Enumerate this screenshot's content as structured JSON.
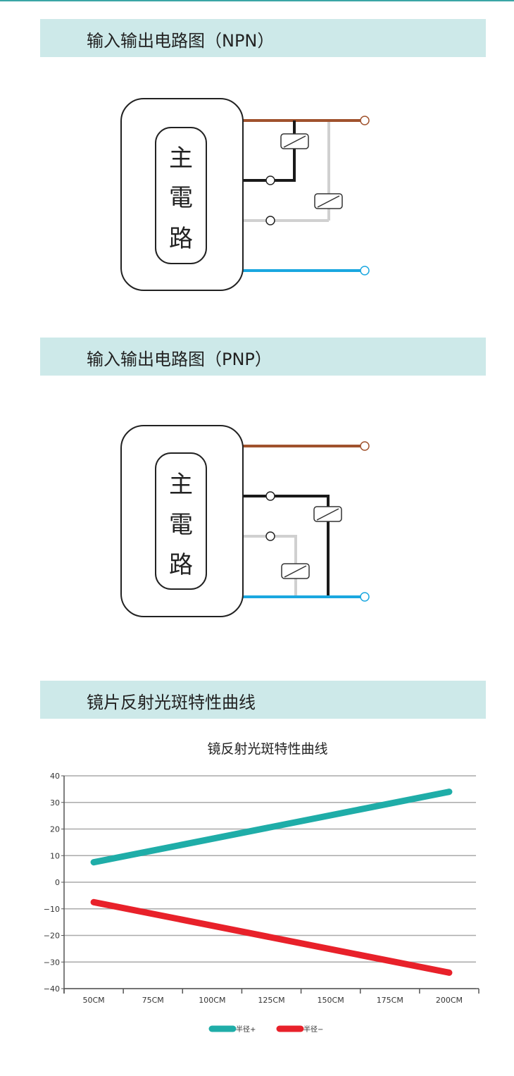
{
  "sections": [
    {
      "title": "输入输出电路图（NPN）"
    },
    {
      "title": "输入输出电路图（PNP）"
    },
    {
      "title": "镜片反射光斑特性曲线"
    }
  ],
  "diagram": {
    "chars": [
      "主",
      "電",
      "路"
    ]
  },
  "colors": {
    "brown": "#a0522d",
    "black": "#1a1a1a",
    "gray": "#d0d0d0",
    "blue": "#1aa7e0",
    "teal": "#1fada8",
    "red": "#e8212a",
    "band": "#cde9e9"
  },
  "chart_data": {
    "type": "line",
    "title": "镜反射光斑特性曲线",
    "categories": [
      "50CM",
      "75CM",
      "100CM",
      "125CM",
      "150CM",
      "175CM",
      "200CM"
    ],
    "series": [
      {
        "name": "半径+",
        "values": [
          7.5,
          12.9,
          18.2,
          23.6,
          28.9,
          31.5,
          34
        ],
        "color": "#1fada8"
      },
      {
        "name": "半径−",
        "values": [
          -7.5,
          -12.9,
          -18.2,
          -23.6,
          -28.9,
          -31.5,
          -34
        ],
        "color": "#e8212a"
      }
    ],
    "yticks": [
      "40",
      "30",
      "20",
      "10",
      "0",
      "−10",
      "−20",
      "−30",
      "−40"
    ],
    "ylim": [
      -40,
      40
    ],
    "grid": true,
    "legend": "bottom"
  }
}
